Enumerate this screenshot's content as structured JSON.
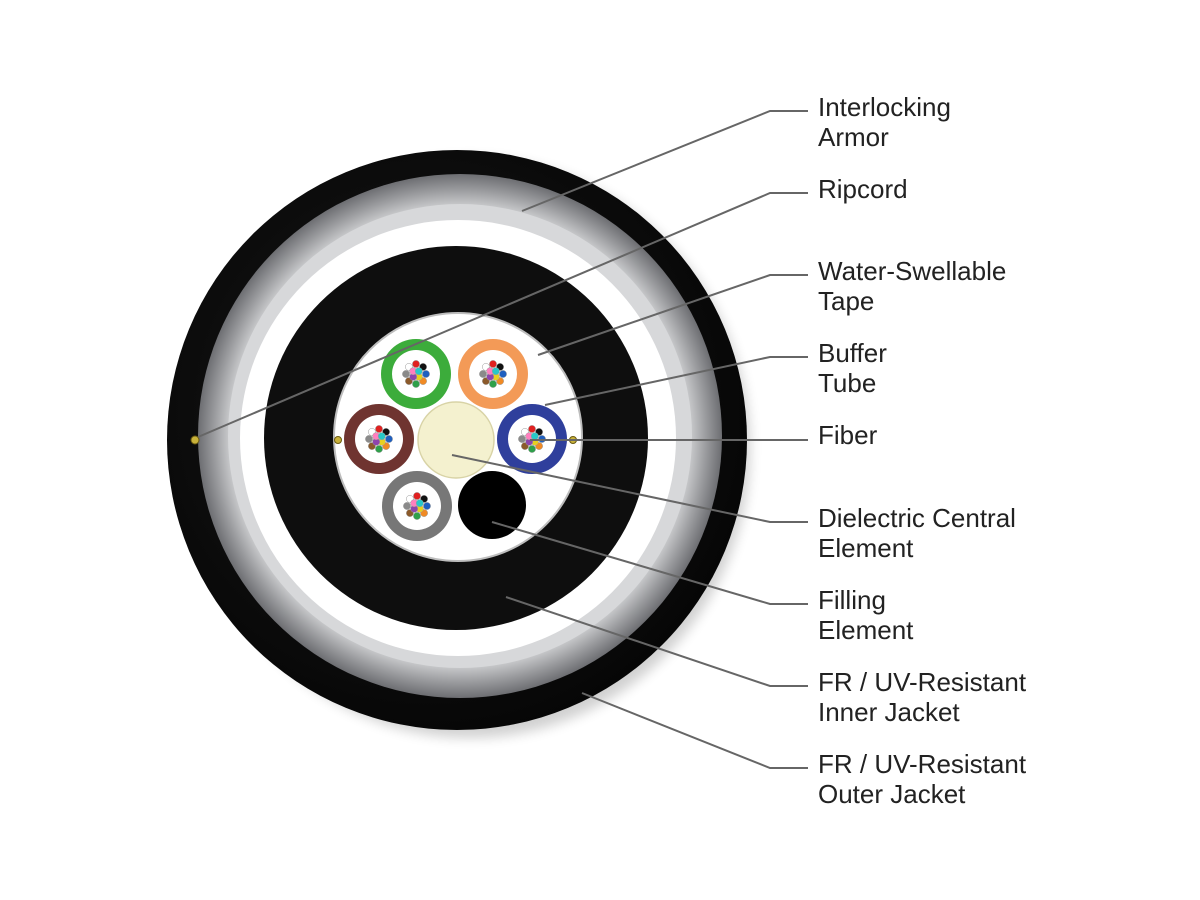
{
  "labels": [
    {
      "line1": "Interlocking",
      "line2": "Armor"
    },
    {
      "line1": "Ripcord",
      "line2": ""
    },
    {
      "line1": "Water-Swellable",
      "line2": "Tape"
    },
    {
      "line1": "Buffer",
      "line2": "Tube"
    },
    {
      "line1": "Fiber",
      "line2": ""
    },
    {
      "line1": "Dielectric Central",
      "line2": "Element"
    },
    {
      "line1": "Filling",
      "line2": "Element"
    },
    {
      "line1": "FR / UV-Resistant",
      "line2": "Inner Jacket"
    },
    {
      "line1": "FR / UV-Resistant",
      "line2": "Outer Jacket"
    }
  ],
  "colors": {
    "outer_jacket": "#111111",
    "armor": "#a9aaad",
    "inner_jacket": "#0e0e0e",
    "tape": "#ffffff",
    "central_element": "#f4f1cf",
    "filling_element": "#000000",
    "leader_line": "#666666",
    "tube_green": "#3cac3b",
    "tube_orange": "#f39a57",
    "tube_blue": "#2f3f9c",
    "tube_brown": "#6f3430",
    "tube_gray": "#777777"
  },
  "fiber_colors": [
    "#1f5fbf",
    "#f08a24",
    "#2ea04a",
    "#8b5a2b",
    "#8a8a8a",
    "#ffffff",
    "#e02020",
    "#111111",
    "#e8d020",
    "#8e44ad",
    "#ff7fbf",
    "#28c8c8"
  ]
}
